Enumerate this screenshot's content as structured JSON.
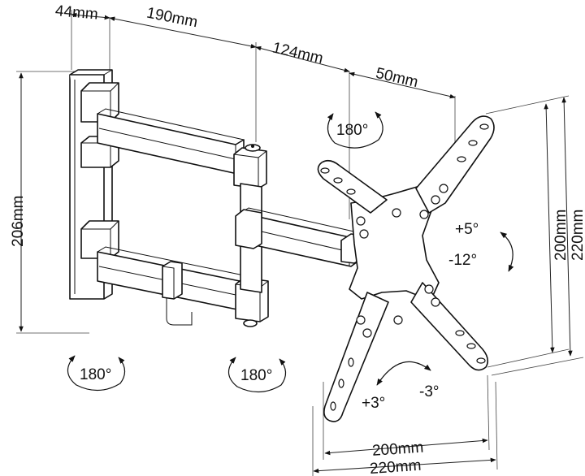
{
  "dimensions": {
    "wall_plate_depth": "44mm",
    "first_arm": "190mm",
    "second_arm": "124mm",
    "bracket_offset": "50mm",
    "wall_plate_height": "206mm",
    "vesa_vertical_inner": "200mm",
    "vesa_vertical_outer": "220mm",
    "vesa_horizontal_inner": "200mm",
    "vesa_horizontal_outer": "220mm"
  },
  "rotations": {
    "swivel_top": "180°",
    "swivel_bottom_left": "180°",
    "swivel_bottom_mid": "180°",
    "tilt_up": "+5°",
    "tilt_down": "-12°",
    "level_plus": "+3°",
    "level_minus": "-3°"
  },
  "colors": {
    "line": "#111111",
    "background": "#ffffff"
  }
}
